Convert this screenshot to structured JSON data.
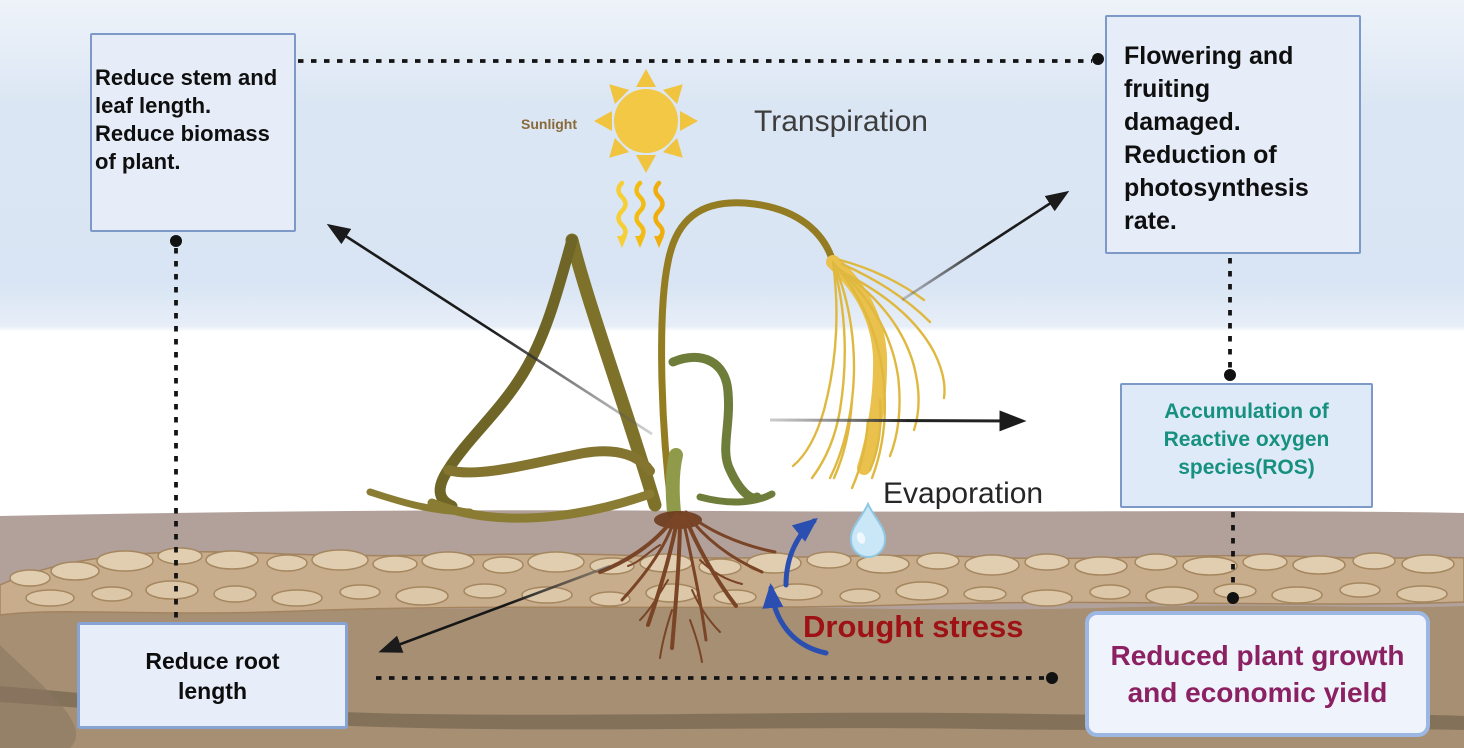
{
  "title": "Drought stress effects on plant diagram",
  "labels": {
    "sunlight": "Sunlight",
    "transpiration": "Transpiration",
    "evaporation": "Evaporation",
    "drought_stress": "Drought stress"
  },
  "boxes": {
    "stem_leaf": {
      "text": "Reduce stem and\nleaf length.\nReduce biomass\nof plant."
    },
    "flowering": {
      "text": "Flowering and\nfruiting\ndamaged.\nReduction of\nphotosynthesis\nrate."
    },
    "ros": {
      "text": "Accumulation of\nReactive oxygen\nspecies(ROS)"
    },
    "root": {
      "text": "Reduce root\nlength"
    },
    "yield": {
      "text": "Reduced plant growth\nand economic yield"
    }
  },
  "icons": [
    "sun-icon",
    "heat-waves-icon",
    "water-drop-icon",
    "wilted-plant",
    "roots",
    "wheat-head"
  ],
  "connectors": [
    {
      "type": "dashed",
      "from": "stem-leaf-box",
      "to": "flowering-box"
    },
    {
      "type": "dashed",
      "from": "stem-leaf-box",
      "to": "root-box"
    },
    {
      "type": "dashed",
      "from": "flowering-box",
      "to": "ros-box"
    },
    {
      "type": "dashed",
      "from": "ros-box",
      "to": "yield-box"
    },
    {
      "type": "dashed",
      "from": "root-box",
      "to": "yield-box"
    },
    {
      "type": "solid-arrow",
      "from": "plant",
      "to": "stem-leaf-box"
    },
    {
      "type": "solid-arrow",
      "from": "wheat-head",
      "to": "flowering-box"
    },
    {
      "type": "solid-arrow",
      "from": "plant",
      "to": "ros-side"
    },
    {
      "type": "solid-arrow",
      "from": "roots",
      "to": "root-box"
    },
    {
      "type": "blue-arrow",
      "from": "soil",
      "to": "air",
      "meaning": "evaporation of water"
    }
  ],
  "colors": {
    "box_fill": "#e6edf8",
    "box_border": "#7d99c8",
    "ros_text": "#17917f",
    "yield_text": "#8b2162",
    "drought_text": "#9e1216",
    "sunlight_text": "#8a6a3a",
    "sun": "#f3c845",
    "sky": "#d9e5f4",
    "soil_top": "#b2a19b",
    "soil_stones": "#e1ceb0",
    "soil_lower": "#a68f73",
    "blue_arrow": "#2b4fb0"
  }
}
